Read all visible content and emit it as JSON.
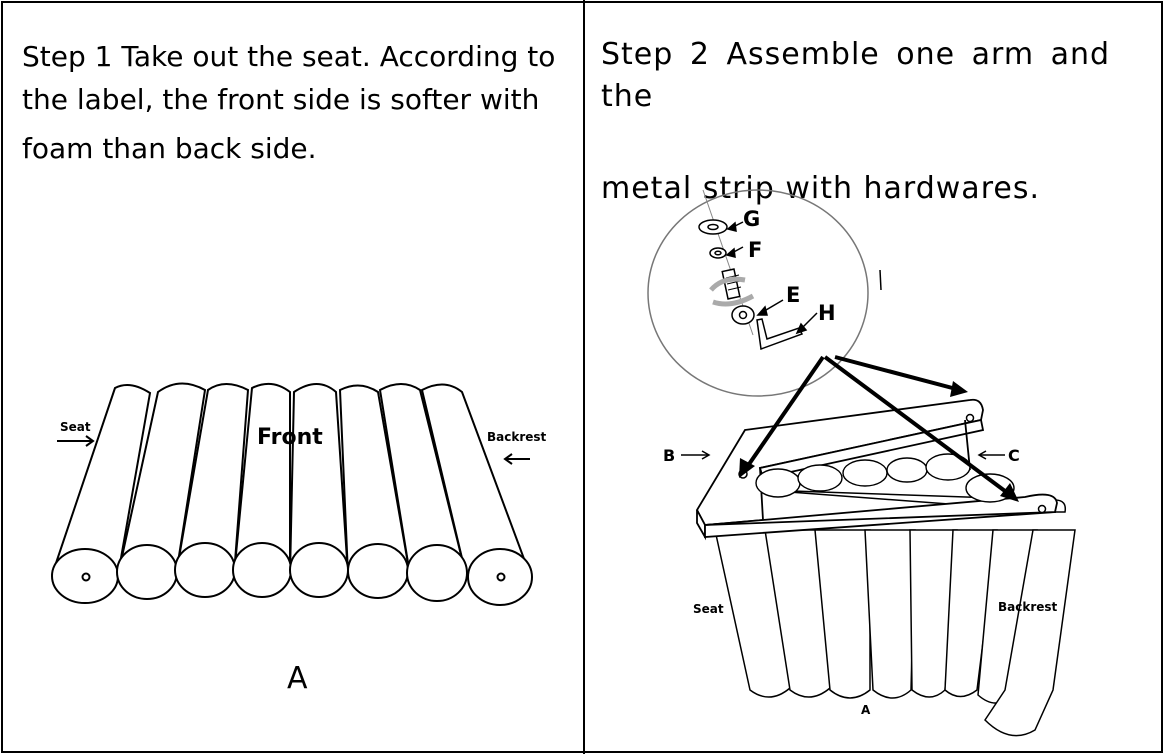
{
  "step1": {
    "line1": "Step 1 Take out the seat. According to",
    "line2": "the label, the front side is softer with",
    "line3": "foam than back side.",
    "labels": {
      "seat": "Seat",
      "front": "Front",
      "backrest": "Backrest",
      "part": "A"
    }
  },
  "step2": {
    "line1": "Step 2 Assemble one arm and the",
    "line2": "metal strip with hardwares.",
    "parts": {
      "g": "G",
      "f": "F",
      "e": "E",
      "h": "H",
      "b": "B",
      "c": "C"
    },
    "labels": {
      "seat": "Seat",
      "backrest": "Backrest",
      "part": "A"
    }
  }
}
